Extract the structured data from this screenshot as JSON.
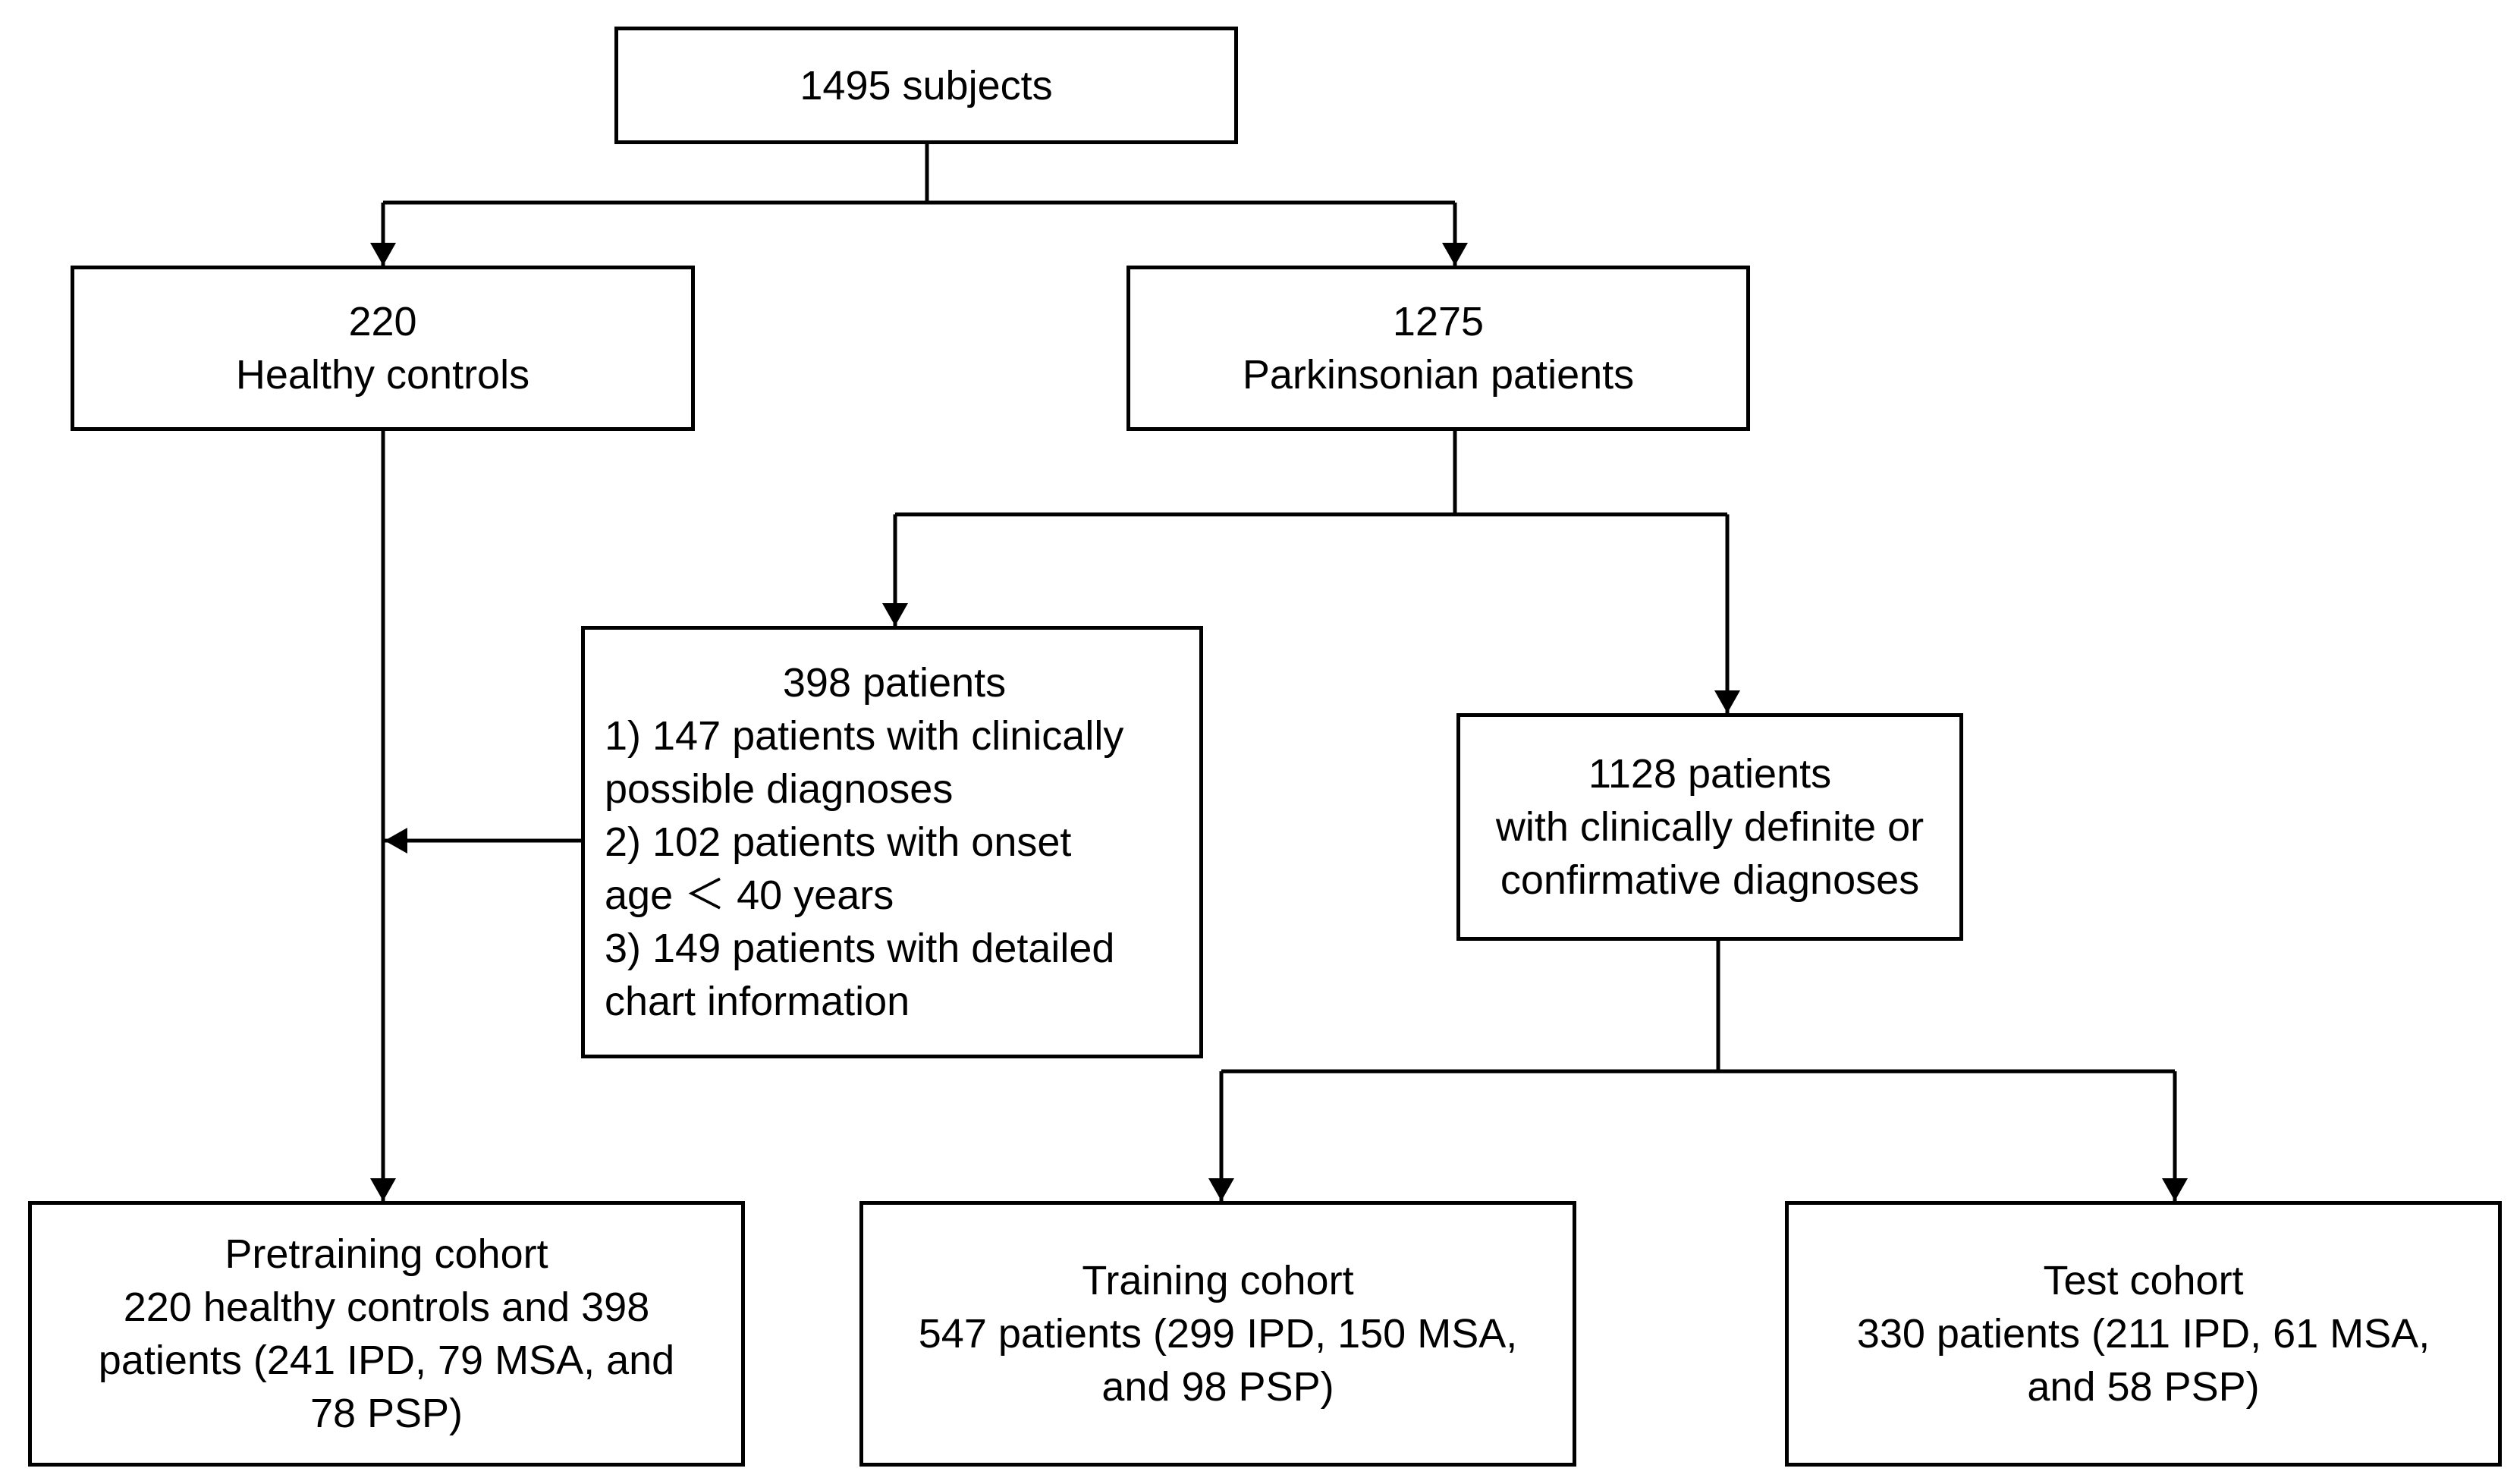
{
  "nodes": {
    "subjects": {
      "lines": [
        "1495 subjects"
      ]
    },
    "healthy": {
      "lines": [
        "220",
        "Healthy controls"
      ]
    },
    "parkinsonian": {
      "lines": [
        "1275",
        "Parkinsonian  patients"
      ]
    },
    "excluded": {
      "lines": [
        "398 patients",
        "1) 147 patients with clinically",
        "possible diagnoses",
        "2) 102 patients with onset",
        "age ＜ 40 years",
        "3) 149 patients with detailed",
        "chart information"
      ]
    },
    "definite": {
      "lines": [
        "1128 patients",
        "with clinically definite or",
        "confirmative diagnoses"
      ]
    },
    "pretraining": {
      "lines": [
        "Pretraining cohort",
        "220 healthy controls and 398",
        "patients (241 IPD, 79 MSA, and",
        "78 PSP)"
      ]
    },
    "training": {
      "lines": [
        "Training cohort",
        "547  patients (299 IPD, 150 MSA,",
        "and 98 PSP)"
      ]
    },
    "test": {
      "lines": [
        "Test cohort",
        "330  patients (211 IPD, 61 MSA,",
        "and 58 PSP)"
      ]
    }
  },
  "edges": [
    {
      "from": "subjects",
      "to": "healthy"
    },
    {
      "from": "subjects",
      "to": "parkinsonian"
    },
    {
      "from": "parkinsonian",
      "to": "excluded"
    },
    {
      "from": "parkinsonian",
      "to": "definite"
    },
    {
      "from": "healthy",
      "to": "pretraining"
    },
    {
      "from": "excluded",
      "to": "pretraining"
    },
    {
      "from": "definite",
      "to": "training"
    },
    {
      "from": "definite",
      "to": "test"
    }
  ],
  "colors": {
    "stroke": "#000000",
    "background": "#ffffff"
  }
}
